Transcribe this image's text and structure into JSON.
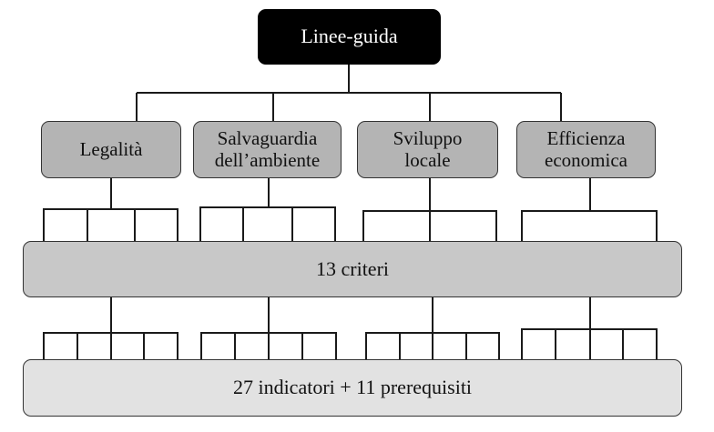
{
  "root": {
    "label": "Linee-guida"
  },
  "pillars": [
    {
      "label": "Legalità"
    },
    {
      "label": "Salvaguardia\ndell’ambiente"
    },
    {
      "label": "Sviluppo\nlocale"
    },
    {
      "label": "Efficienza\neconomica"
    }
  ],
  "criteri": {
    "label": "13 criteri"
  },
  "indicatori": {
    "label": "27 indicatori + 11 prerequisiti"
  },
  "colors": {
    "root_fill": "#000000",
    "pillar_fill": "#b4b4b4",
    "criteri_fill": "#c8c8c8",
    "indicatori_fill": "#e2e2e2",
    "line": "#1a1a1a"
  }
}
